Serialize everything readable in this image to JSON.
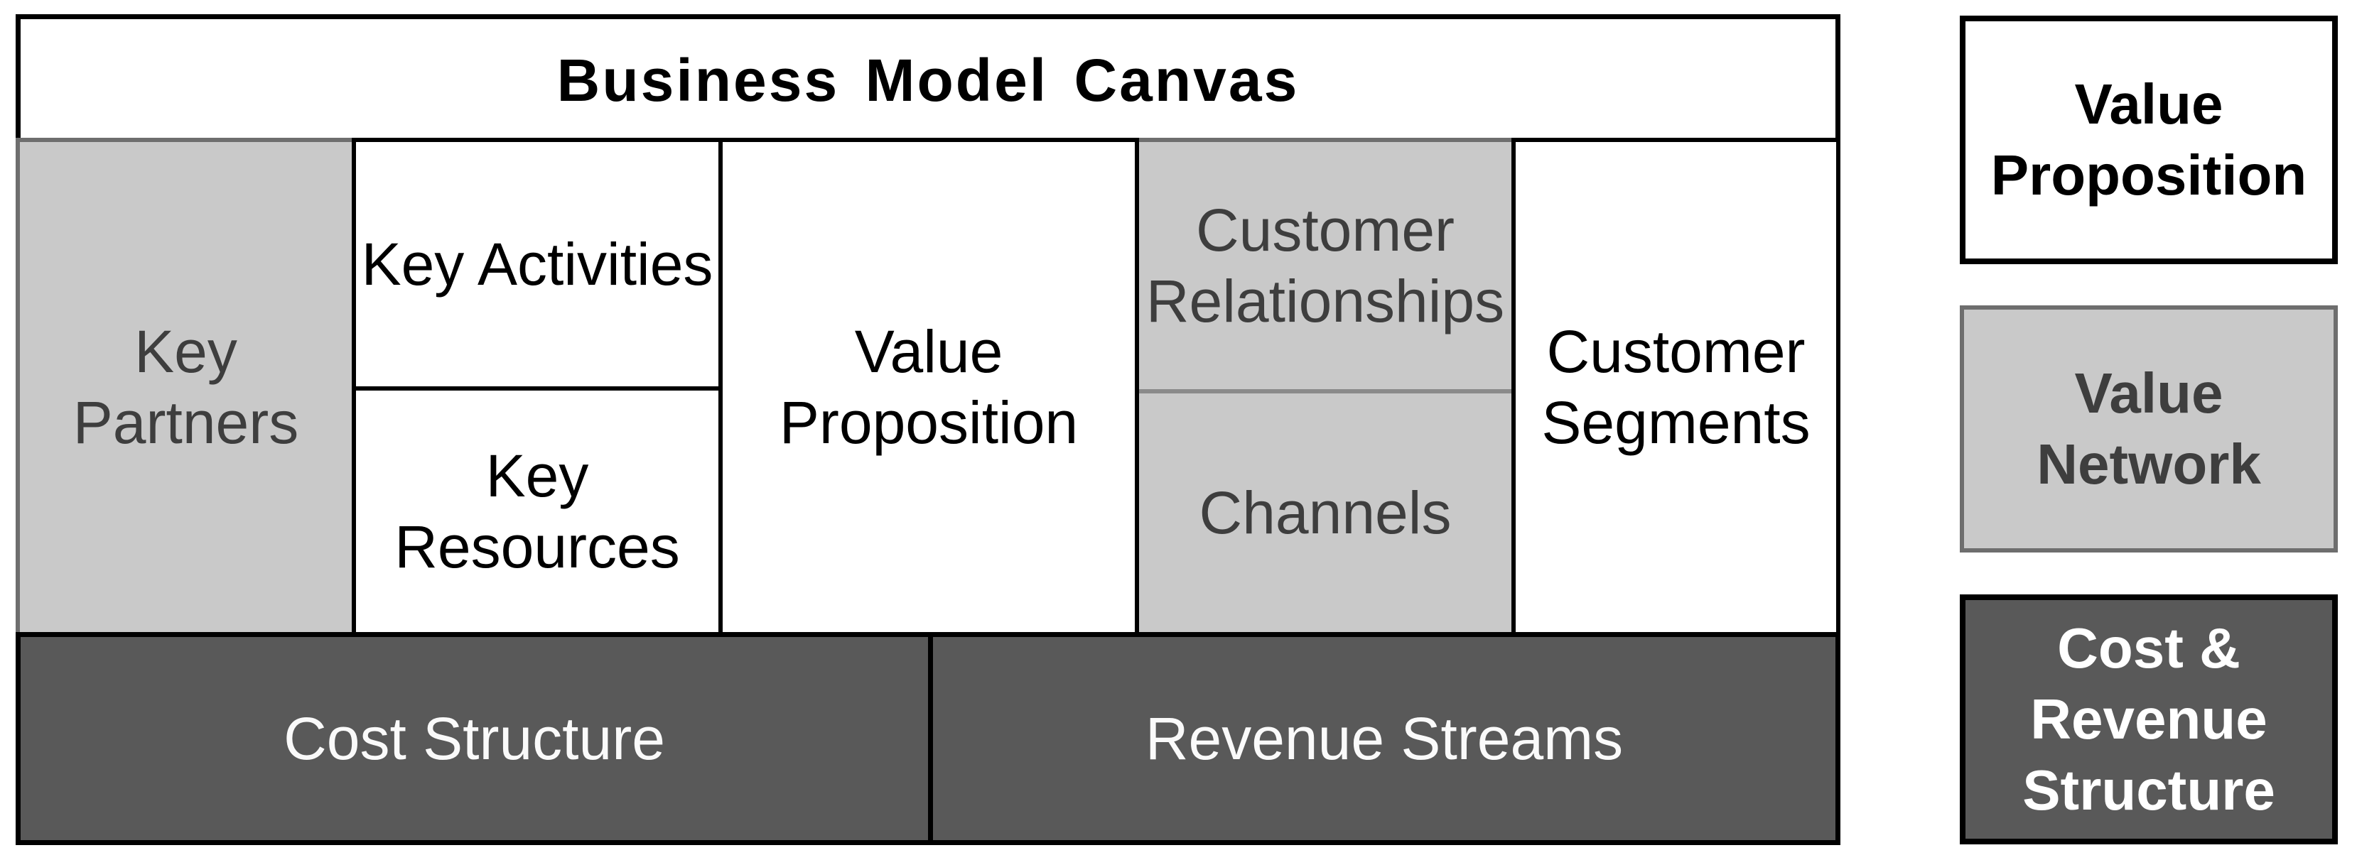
{
  "figure": {
    "title": "Business Model Canvas",
    "cells": {
      "key_partners": {
        "lines": [
          "Key",
          "Partners"
        ]
      },
      "key_activities": {
        "lines": [
          "Key Activities"
        ]
      },
      "key_resources": {
        "lines": [
          "Key",
          "Resources"
        ]
      },
      "value_proposition": {
        "lines": [
          "Value",
          "Proposition"
        ]
      },
      "customer_relationships": {
        "lines": [
          "Customer",
          "Relationships"
        ]
      },
      "channels": {
        "lines": [
          "Channels"
        ]
      },
      "customer_segments": {
        "lines": [
          "Customer",
          "Segments"
        ]
      },
      "cost_structure": {
        "lines": [
          "Cost Structure"
        ]
      },
      "revenue_streams": {
        "lines": [
          "Revenue Streams"
        ]
      }
    }
  },
  "legend": {
    "value_proposition": {
      "lines": [
        "Value",
        "Proposition"
      ]
    },
    "value_network": {
      "lines": [
        "Value",
        "Network"
      ]
    },
    "cost_revenue_structure": {
      "lines": [
        "Cost &",
        "Revenue",
        "Structure"
      ]
    }
  },
  "colors": {
    "value_proposition_fill": "#ffffff",
    "value_network_fill": "#c9c9c9",
    "cost_revenue_fill": "#595959",
    "black_border": "#000000",
    "gray_border": "#6e6e6e",
    "gray_text": "#3e3e3e",
    "light_text": "#fafafa"
  }
}
